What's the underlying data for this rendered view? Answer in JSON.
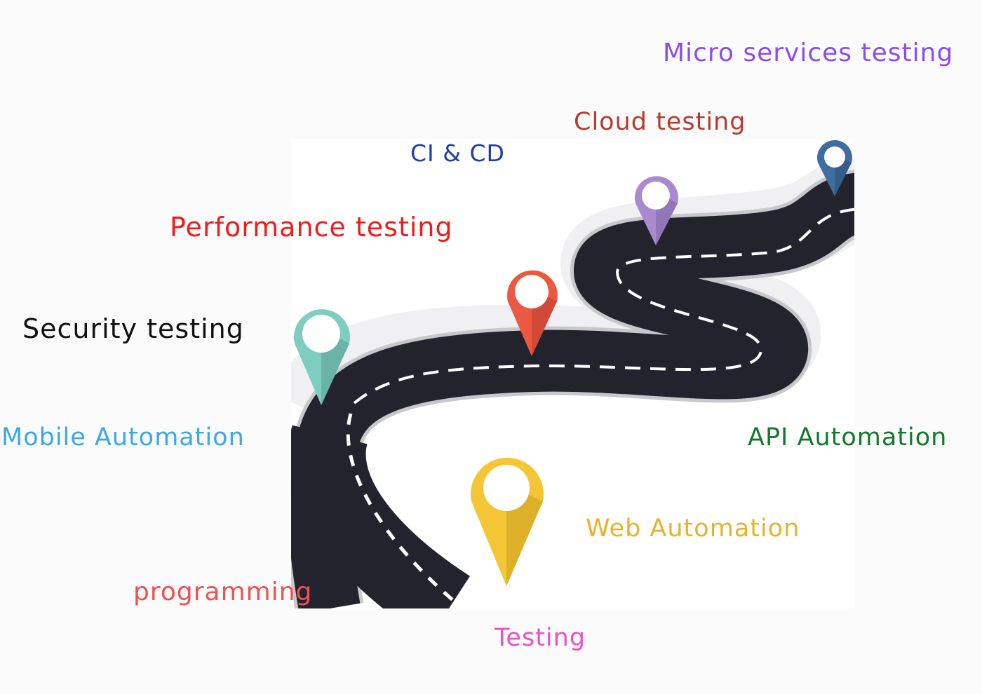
{
  "labels": {
    "micro_services": "Micro services testing",
    "cloud": "Cloud testing",
    "cicd": "CI & CD",
    "performance": "Performance testing",
    "security": "Security  testing",
    "mobile": "Mobile  Automation",
    "api": "API Automation",
    "web": "Web Automation",
    "programming": "programming",
    "testing": "Testing"
  },
  "colors": {
    "micro_services": "#8a4df0",
    "cloud": "#b83a2c",
    "cicd": "#1f3fa8",
    "performance": "#f01c1c",
    "security": "#111111",
    "mobile": "#3aa8ea",
    "api": "#0f7a2a",
    "web": "#e8b32a",
    "programming": "#ef5050",
    "testing": "#ee4fc0",
    "road": "#23232e",
    "road_edge": "#c8c8cc",
    "lane": "#ffffff",
    "pin_teal": "#7fcdbf",
    "pin_red": "#ec5842",
    "pin_purple": "#a98acf",
    "pin_blue": "#3f6e9e",
    "pin_yellow": "#f4c636"
  },
  "pins": [
    {
      "name": "pin-teal-icon",
      "color": "#7fcdbf"
    },
    {
      "name": "pin-red-icon",
      "color": "#ec5842"
    },
    {
      "name": "pin-purple-icon",
      "color": "#a98acf"
    },
    {
      "name": "pin-blue-icon",
      "color": "#3f6e9e"
    },
    {
      "name": "pin-yellow-icon",
      "color": "#f4c636"
    }
  ]
}
